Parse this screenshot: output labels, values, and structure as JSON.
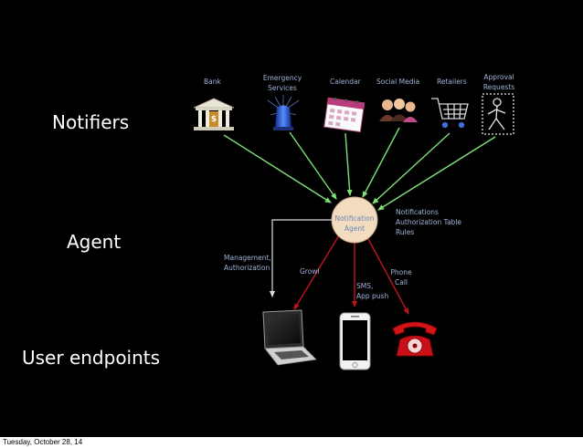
{
  "sections": {
    "notifiers": "Notifiers",
    "agent": "Agent",
    "user_endpoints": "User endpoints"
  },
  "notifier_labels": {
    "bank": "Bank",
    "emergency": "Emergency\nServices",
    "calendar": "Calendar",
    "social": "Social Media",
    "retailers": "Retailers",
    "approval": "Approval\nRequests"
  },
  "agent_node": {
    "label": "Notification\nAgent"
  },
  "edge_labels": {
    "notifications": "Notifications\nAuthorization Table\nRules",
    "management": "Management,\nAuthorization",
    "growl": "Growl",
    "sms": "SMS,\nApp push",
    "phone": "Phone\nCall"
  },
  "colors": {
    "incoming_arrow": "#7fe07a",
    "outgoing_arrow": "#c0141c",
    "node_fill": "#f2dcc0",
    "label": "#9fb3d9"
  },
  "footer": {
    "date": "Tuesday, October 28, 14"
  }
}
